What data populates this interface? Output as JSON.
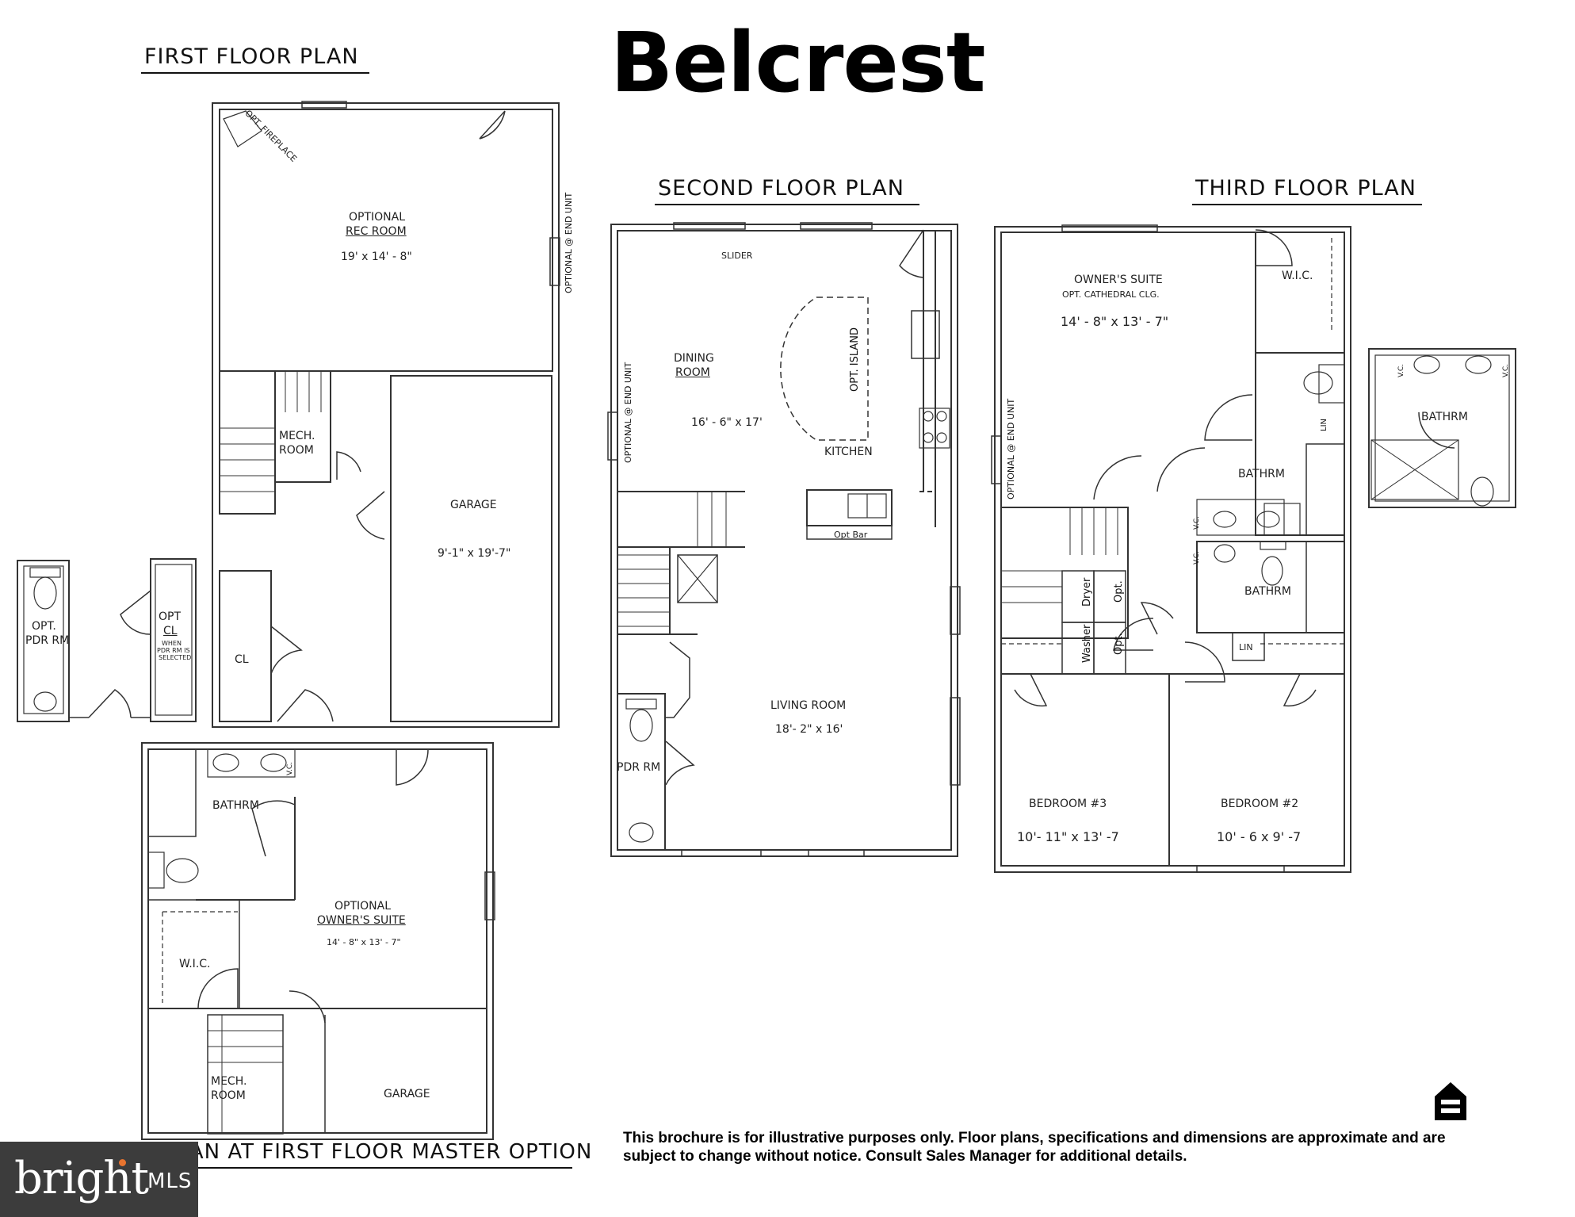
{
  "title": "Belcrest",
  "floors": {
    "first": {
      "heading": "FIRST FLOOR PLAN",
      "rooms": {
        "rec_room": {
          "name_1": "OPTIONAL",
          "name_2": "REC ROOM",
          "size": "19' x 14' - 8\""
        },
        "garage": {
          "name": "GARAGE",
          "size": "9'-1\" x 19'-7\""
        },
        "mech": {
          "name_1": "MECH.",
          "name_2": "ROOM"
        },
        "closet": "CL",
        "fireplace": "OPT. FIREPLACE",
        "end_unit": "OPTIONAL @ END UNIT"
      },
      "options": {
        "pdr": {
          "name_1": "OPT.",
          "name_2": "PDR RM"
        },
        "cl": {
          "name_1": "OPT",
          "name_2": "CL",
          "note_1": "WHEN",
          "note_2": "PDR RM IS",
          "note_3": "SELECTED"
        }
      }
    },
    "second": {
      "heading": "SECOND FLOOR PLAN",
      "rooms": {
        "slider": "SLIDER",
        "dining": {
          "name_1": "DINING",
          "name_2": "ROOM",
          "size": "16' - 6\" x 17'"
        },
        "island": "OPT. ISLAND",
        "kitchen": "KITCHEN",
        "bar": "Opt Bar",
        "living": {
          "name": "LIVING ROOM",
          "size": "18'- 2\" x 16'"
        },
        "pdr": "PDR RM",
        "end_unit": "OPTIONAL @ END UNIT"
      }
    },
    "third": {
      "heading": "THIRD FLOOR PLAN",
      "rooms": {
        "owners_suite": {
          "name": "OWNER'S SUITE",
          "note": "OPT. CATHEDRAL CLG.",
          "size": "14' - 8\" x 13' - 7\""
        },
        "wic": "W.I.C.",
        "bath_1": "BATHRM",
        "bath_2": "BATHRM",
        "lin_1": "LIN",
        "lin_2": "LIN",
        "dryer": "Dryer",
        "washer": "Washer",
        "opt": "Opt.",
        "bed3": {
          "name": "BEDROOM #3",
          "size": "10'- 11\" x 13' -7"
        },
        "bed2": {
          "name": "BEDROOM #2",
          "size": "10' - 6 x 9' -7"
        },
        "alt_bath": "BATHRM",
        "vc": "V.C.",
        "end_unit": "OPTIONAL @ END UNIT"
      }
    },
    "partial": {
      "heading": "PARTIAL PLAN AT FIRST FLOOR MASTER OPTION",
      "rooms": {
        "bath": "BATHRM",
        "suite": {
          "name_1": "OPTIONAL",
          "name_2": "OWNER'S SUITE",
          "size": "14' - 8\" x 13' - 7\""
        },
        "wic": "W.I.C.",
        "mech": {
          "name_1": "MECH.",
          "name_2": "ROOM"
        },
        "garage": "GARAGE",
        "vc": "V.C."
      }
    }
  },
  "disclaimer": {
    "line_1": "This brochure is for illustrative purposes only. Floor plans, specifications and dimensions are approximate and are",
    "line_2": "subject to change without notice. Consult Sales Manager for additional details."
  },
  "branding": {
    "word": "bright",
    "mls": "MLS"
  },
  "colors": {
    "line": "#333333",
    "brand_bg": "#3c3c3c",
    "brand_accent": "#e8742f"
  }
}
